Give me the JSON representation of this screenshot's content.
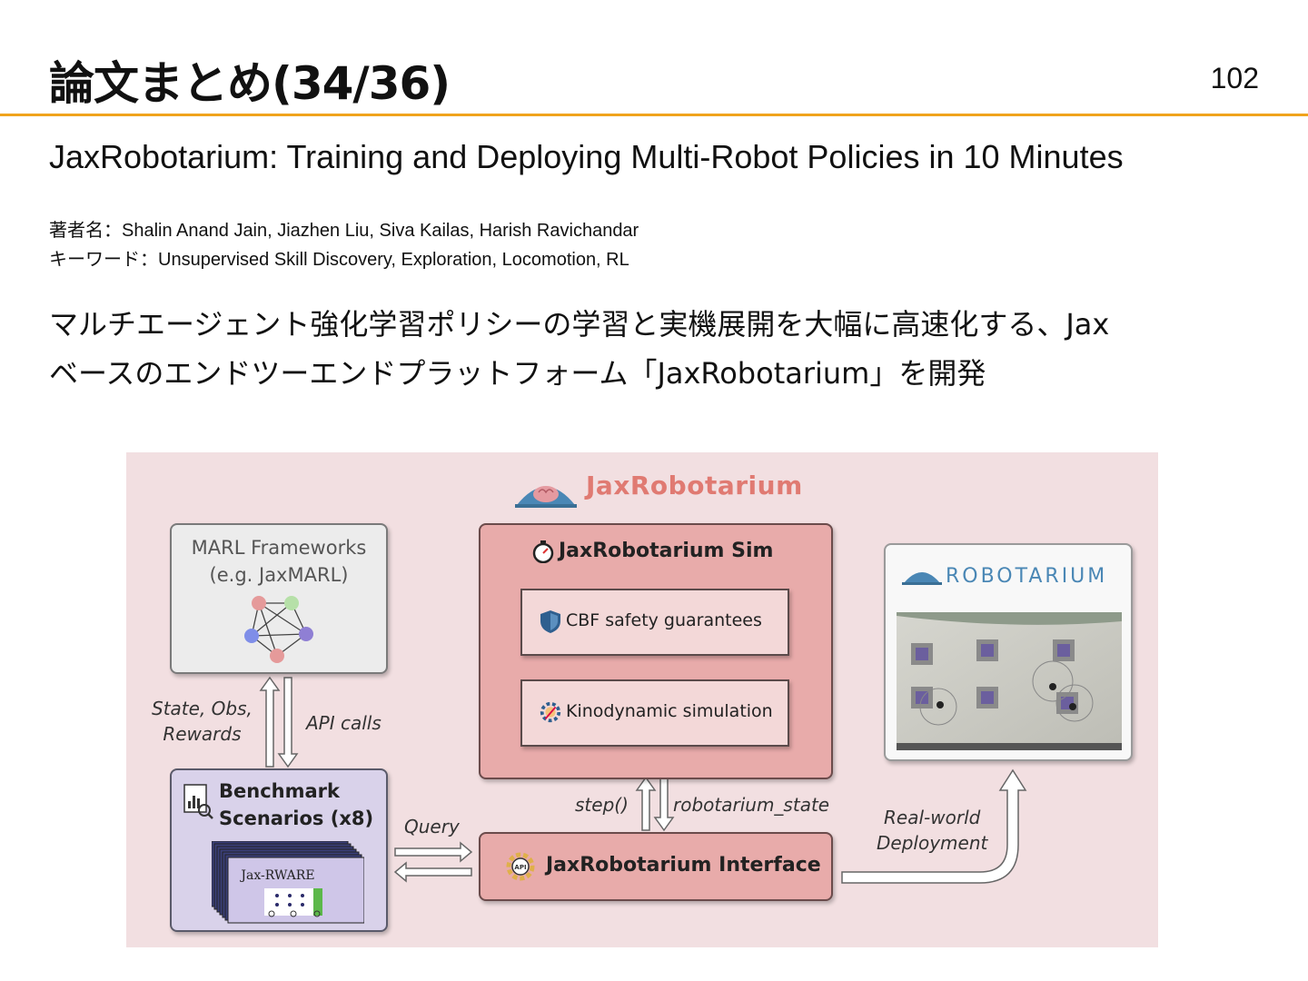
{
  "slide": {
    "title": "論文まとめ(34/36)",
    "page_number": "102",
    "accent_color": "#f0a31c"
  },
  "paper": {
    "title": "JaxRobotarium: Training and Deploying Multi-Robot Policies in 10 Minutes",
    "authors_label": "著者名：",
    "authors": "Shalin Anand Jain, Jiazhen Liu, Siva Kailas, Harish Ravichandar",
    "keywords_label": "キーワード：",
    "keywords": "Unsupervised Skill Discovery, Exploration, Locomotion, RL",
    "summary_line1": "マルチエージェント強化学習ポリシーの学習と実機展開を大幅に高速化する、Jax",
    "summary_line2": "ベースのエンドツーエンドプラットフォーム「JaxRobotarium」を開発"
  },
  "figure": {
    "header_logo_text": "JaxRobotarium",
    "marl_box": "MARL Frameworks\n(e.g. JaxMARL)",
    "sim_box_title": "JaxRobotarium Sim",
    "sim_items": [
      "CBF safety guarantees",
      "Kinodynamic simulation"
    ],
    "robotarium_logo_text": "ROBOTARIUM",
    "benchmark_title": "Benchmark\nScenarios (x8)",
    "benchmark_card": "Jax-RWARE",
    "interface_title": "JaxRobotarium Interface",
    "label_state": "State, Obs,\nRewards",
    "label_api": "API calls",
    "label_query": "Query",
    "label_step": "step()",
    "label_robotarium_state": "robotarium_state",
    "label_deployment": "Real-world\nDeployment",
    "colors": {
      "background": "#f2dfe1",
      "sim_fill": "#e8abaa",
      "benchmark_fill": "#d9d2ea",
      "logo_red": "#e07a72",
      "robotarium_blue": "#4a87b5"
    },
    "icons": [
      "brain-dome-icon",
      "stopwatch-icon",
      "shield-icon",
      "gear-brain-icon",
      "graph-network-icon",
      "chart-magnifier-icon",
      "api-gear-icon",
      "robotarium-dome-icon"
    ]
  }
}
